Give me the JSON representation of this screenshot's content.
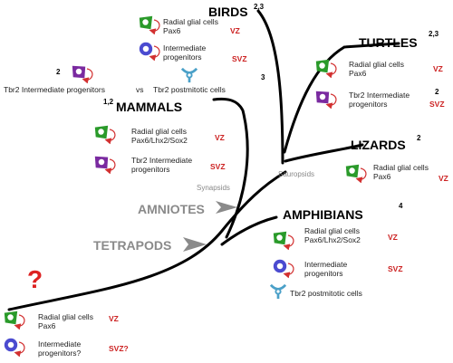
{
  "colors": {
    "branch": "#000000",
    "zone": "#cc2222",
    "question": "#dd2222",
    "radial": "#2a9a2a",
    "intermediate": "#4b4bd0",
    "postmitotic": "#4aa0c8",
    "tbr2_purple": "#7a2aa0",
    "loop": "#d23030",
    "grey": "#8a8a8a"
  },
  "clades": {
    "birds": {
      "name": "BIRDS",
      "ref": "2,3"
    },
    "turtles": {
      "name": "TURTLES",
      "ref": "2,3"
    },
    "mammals": {
      "name": "MAMMALS",
      "ref": "1,2"
    },
    "lizards": {
      "name": "LIZARDS",
      "ref": "2"
    },
    "amphibians": {
      "name": "AMPHIBIANS",
      "ref": "4"
    }
  },
  "groups": {
    "amniotes": "AMNIOTES",
    "tetrapods": "TETRAPODS",
    "synapsids": "Synapsids",
    "sauropsids": "Sauropsids"
  },
  "birds_cells": {
    "radial_1": "Radial glial cells",
    "radial_2": "Pax6",
    "radial_zone": "VZ",
    "inter_1": "Intermediate",
    "inter_2": "progenitors",
    "inter_zone": "SVZ"
  },
  "comparison": {
    "ref_left": "2",
    "left": "Tbr2 Intermediate progenitors",
    "vs": "vs",
    "right": "Tbr2 postmitotic cells",
    "ref_right": "3"
  },
  "turtles_cells": {
    "radial_1": "Radial glial cells",
    "radial_2": "Pax6",
    "radial_zone": "VZ",
    "tbr2_1": "Tbr2 Intermediate",
    "tbr2_2": "progenitors",
    "tbr2_ref": "2",
    "tbr2_zone": "SVZ"
  },
  "mammals_cells": {
    "radial_1": "Radial glial cells",
    "radial_2": "Pax6/Lhx2/Sox2",
    "radial_zone": "VZ",
    "tbr2_1": "Tbr2 Intermediate",
    "tbr2_2": "progenitors",
    "tbr2_zone": "SVZ"
  },
  "lizards_cells": {
    "radial_1": "Radial glial cells",
    "radial_2": "Pax6",
    "radial_zone": "VZ"
  },
  "amphibians_cells": {
    "radial_1": "Radial glial cells",
    "radial_2": "Pax6/Lhx2/Sox2",
    "radial_zone": "VZ",
    "inter_1": "Intermediate",
    "inter_2": "progenitors",
    "inter_zone": "SVZ",
    "post": "Tbr2 postmitotic cells"
  },
  "ancestor": {
    "mark": "?",
    "radial_1": "Radial glial cells",
    "radial_2": "Pax6",
    "radial_zone": "VZ",
    "inter_1": "Intermediate",
    "inter_2": "progenitors?",
    "inter_zone": "SVZ?"
  }
}
